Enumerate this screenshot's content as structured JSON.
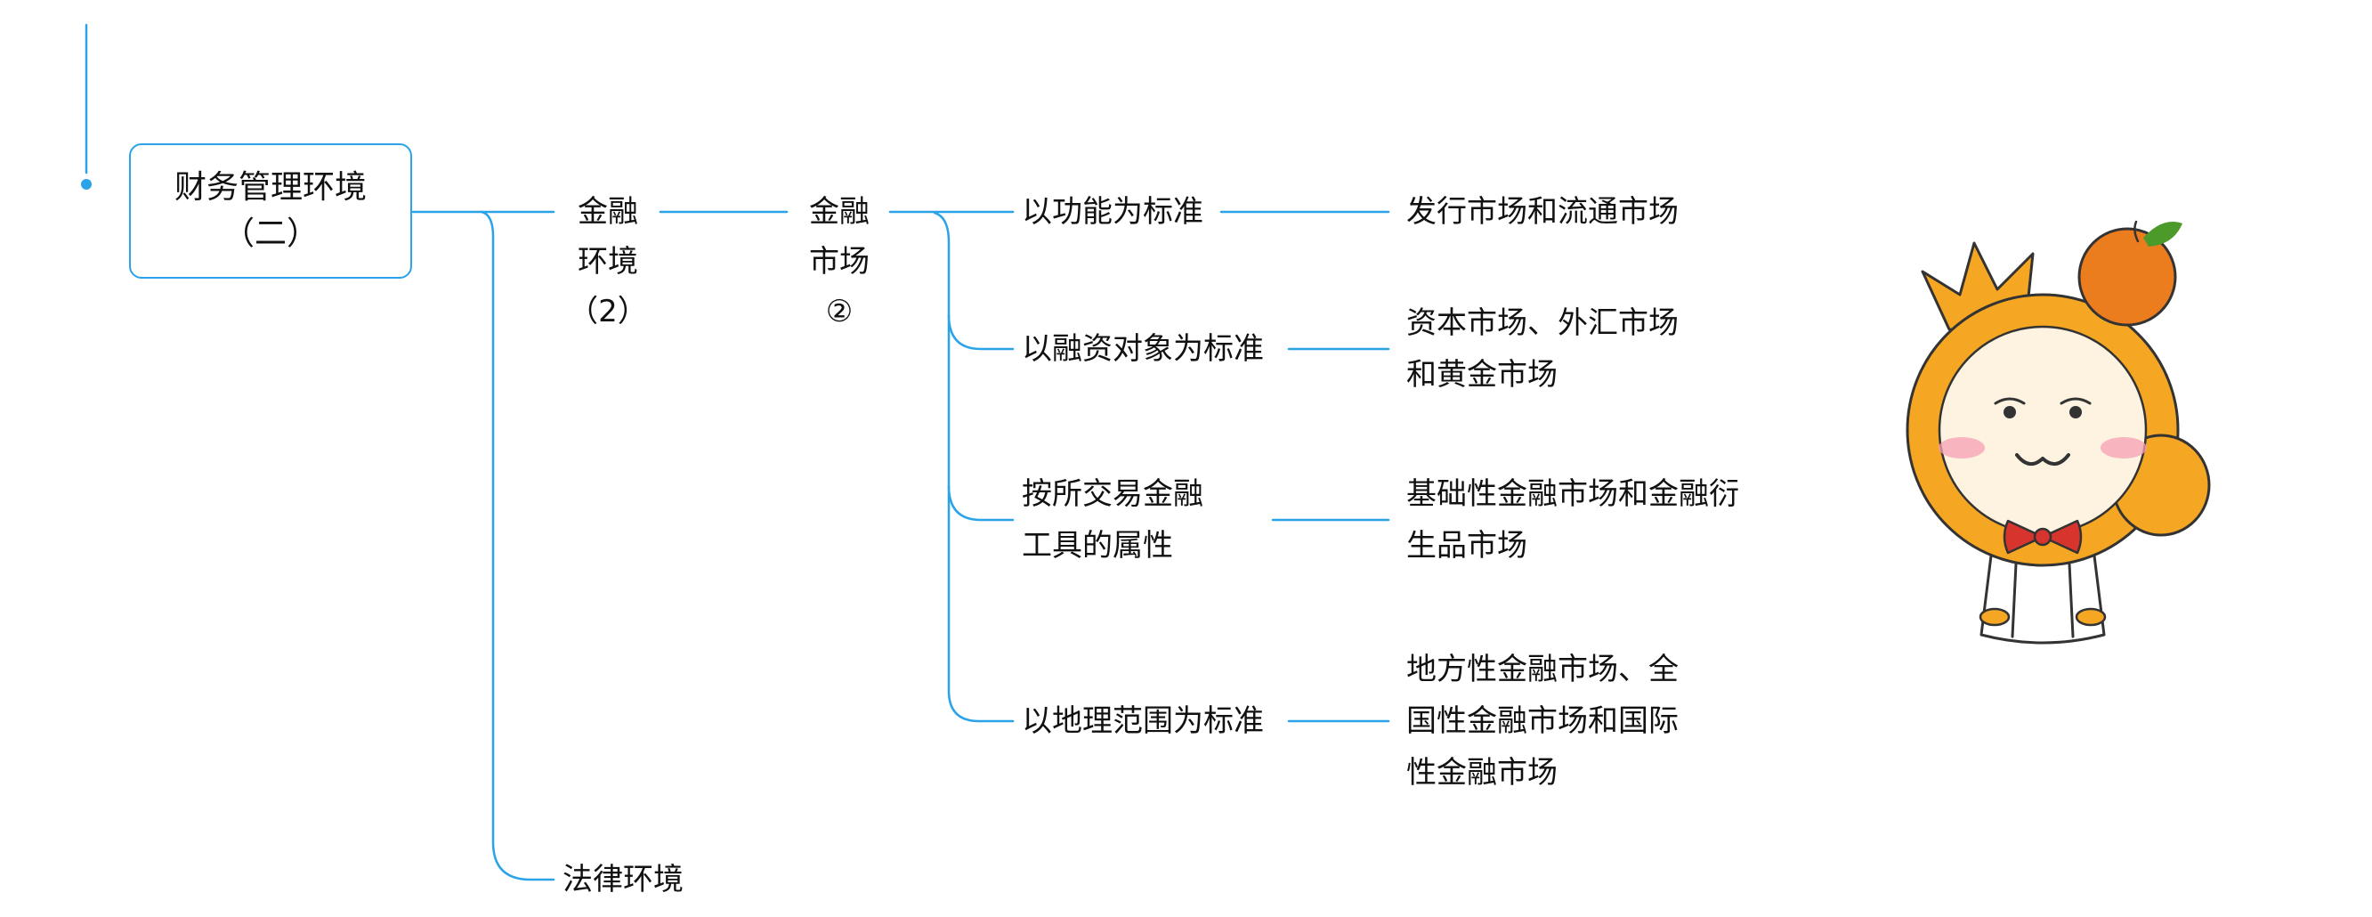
{
  "colors": {
    "accent": "#2ba3e8",
    "text": "#111111",
    "mascot_hood": "#f5a623",
    "mascot_face": "#fdf3e0",
    "mascot_fruit": "#ec7d1e",
    "mascot_leaf": "#4c9a2a",
    "mascot_bow": "#d6342c",
    "mascot_blush": "#f5a0b5",
    "mascot_outline": "#333333"
  },
  "root": {
    "line1": "财务管理环境",
    "line2": "（二）"
  },
  "branch_finance": {
    "lines": [
      "金融",
      "环境",
      "（2）"
    ]
  },
  "node_market": {
    "lines": [
      "金融",
      "市场",
      "②"
    ]
  },
  "branch_law": {
    "label": "法律环境"
  },
  "classifications": [
    {
      "criterion": "以功能为标准",
      "result": "发行市场和流通市场"
    },
    {
      "criterion": "以融资对象为标准",
      "result": "资本市场、外汇市场和黄金市场"
    },
    {
      "criterion": "按所交易金融工具的属性",
      "result": "基础性金融市场和金融衍生品市场"
    },
    {
      "criterion": "以地理范围为标准",
      "result": "地方性金融市场、全国性金融市场和国际性金融市场"
    }
  ],
  "mascot": {
    "name": "orange-hood-mascot"
  }
}
